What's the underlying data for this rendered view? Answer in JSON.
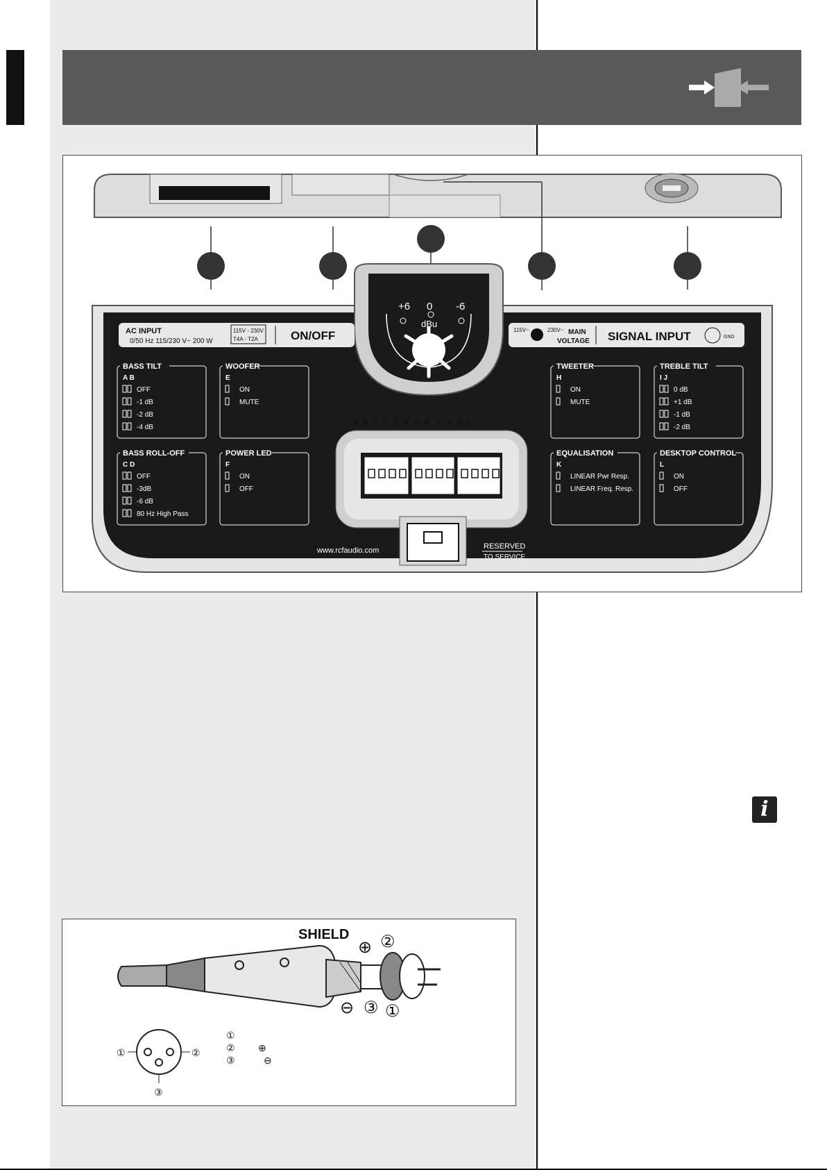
{
  "panel": {
    "ac_input": "AC INPUT",
    "ac_spec": "0/50 Hz  115/230 V~  200 W",
    "fuse_top": "115V - 230V",
    "fuse_bottom": "T4A  -  T2A",
    "on_off": "ON/OFF",
    "knob_plus": "+6",
    "knob_zero": "0",
    "knob_minus": "-6",
    "knob_unit": "dBu",
    "voltage_115": "115V~",
    "voltage_230": "230V~",
    "main_voltage_1": "MAIN",
    "main_voltage_2": "VOLTAGE",
    "signal_input": "SIGNAL INPUT",
    "gnd": "GND",
    "website": "www.rcfaudio.com",
    "reserved_1": "RESERVED",
    "reserved_2": "TO SERVICE",
    "switch_letters": [
      "A",
      "B",
      "C",
      "D",
      "E",
      "F",
      "G",
      "H",
      "I",
      "J",
      "K",
      "L"
    ],
    "boxes": {
      "bass_tilt": {
        "title": "BASS TILT",
        "letters": "A B",
        "items": [
          "OFF",
          "-1 dB",
          "-2 dB",
          "-4 dB"
        ]
      },
      "woofer": {
        "title": "WOOFER",
        "letters": "E",
        "items": [
          "ON",
          "MUTE"
        ]
      },
      "bass_rolloff": {
        "title": "BASS ROLL-OFF",
        "letters": "C D",
        "items": [
          "OFF",
          "-3dB",
          "-6 dB",
          "80 Hz High Pass"
        ]
      },
      "power_led": {
        "title": "POWER LED",
        "letters": "F",
        "items": [
          "ON",
          "OFF"
        ]
      },
      "tweeter": {
        "title": "TWEETER",
        "letters": "H",
        "items": [
          "ON",
          "MUTE"
        ]
      },
      "treble_tilt": {
        "title": "TREBLE TILT",
        "letters": "I  J",
        "items": [
          "0 dB",
          "+1 dB",
          "-1 dB",
          "-2 dB"
        ]
      },
      "equalisation": {
        "title": "EQUALISATION",
        "letters": "K",
        "items": [
          "LINEAR Pwr  Resp.",
          "LINEAR Freq. Resp."
        ]
      },
      "desktop_control": {
        "title": "DESKTOP CONTROL",
        "letters": "L",
        "items": [
          "ON",
          "OFF"
        ]
      }
    }
  },
  "xlr": {
    "shield": "SHIELD",
    "pin1": "①",
    "pin2": "②",
    "pin3": "③",
    "plus": "⊕",
    "minus": "⊖"
  },
  "icons": {
    "info": "i"
  }
}
